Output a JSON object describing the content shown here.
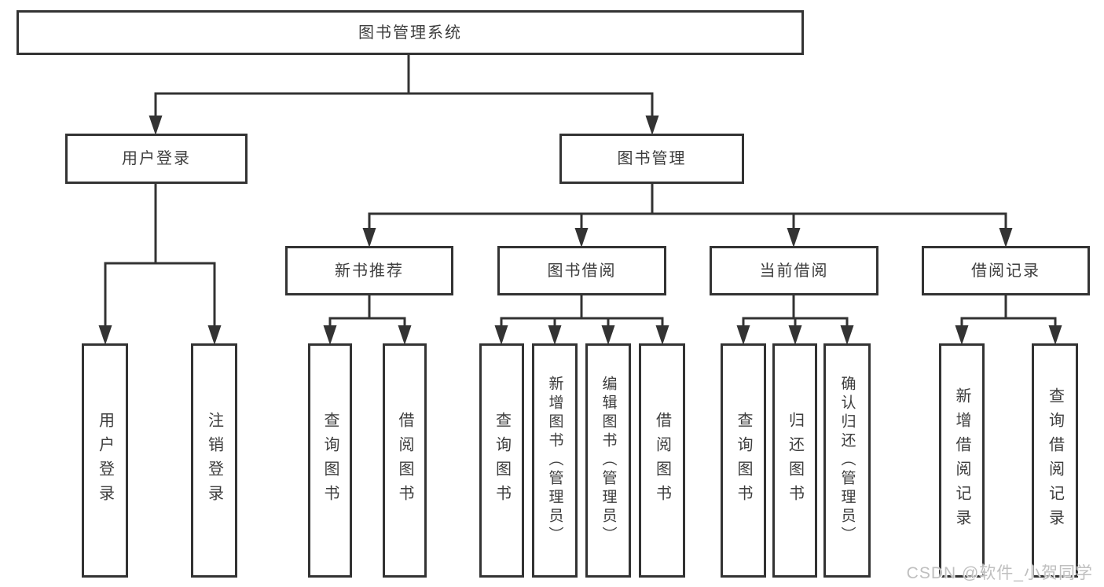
{
  "nodes": {
    "root": {
      "label": "图书管理系统"
    },
    "level2": [
      {
        "label": "用户登录"
      },
      {
        "label": "图书管理"
      }
    ],
    "level3": [
      {
        "label": "新书推荐"
      },
      {
        "label": "图书借阅"
      },
      {
        "label": "当前借阅"
      },
      {
        "label": "借阅记录"
      }
    ],
    "level4": [
      {
        "label": "用户登录"
      },
      {
        "label": "注销登录"
      },
      {
        "label": "查询图书"
      },
      {
        "label": "借阅图书"
      },
      {
        "label": "查询图书"
      },
      {
        "label": "新增图书（管理员）"
      },
      {
        "label": "编辑图书（管理员）"
      },
      {
        "label": "借阅图书"
      },
      {
        "label": "查询图书"
      },
      {
        "label": "归还图书"
      },
      {
        "label": "确认归还（管理员）"
      },
      {
        "label": "新增借阅记录"
      },
      {
        "label": "查询借阅记录"
      }
    ]
  },
  "watermark": {
    "text": "CSDN @软件_小贺同学"
  },
  "colors": {
    "line": "#333333",
    "box_border": "#333333",
    "text": "#3d3d3d",
    "background": "#ffffff",
    "watermark": "#bcbcbc"
  }
}
